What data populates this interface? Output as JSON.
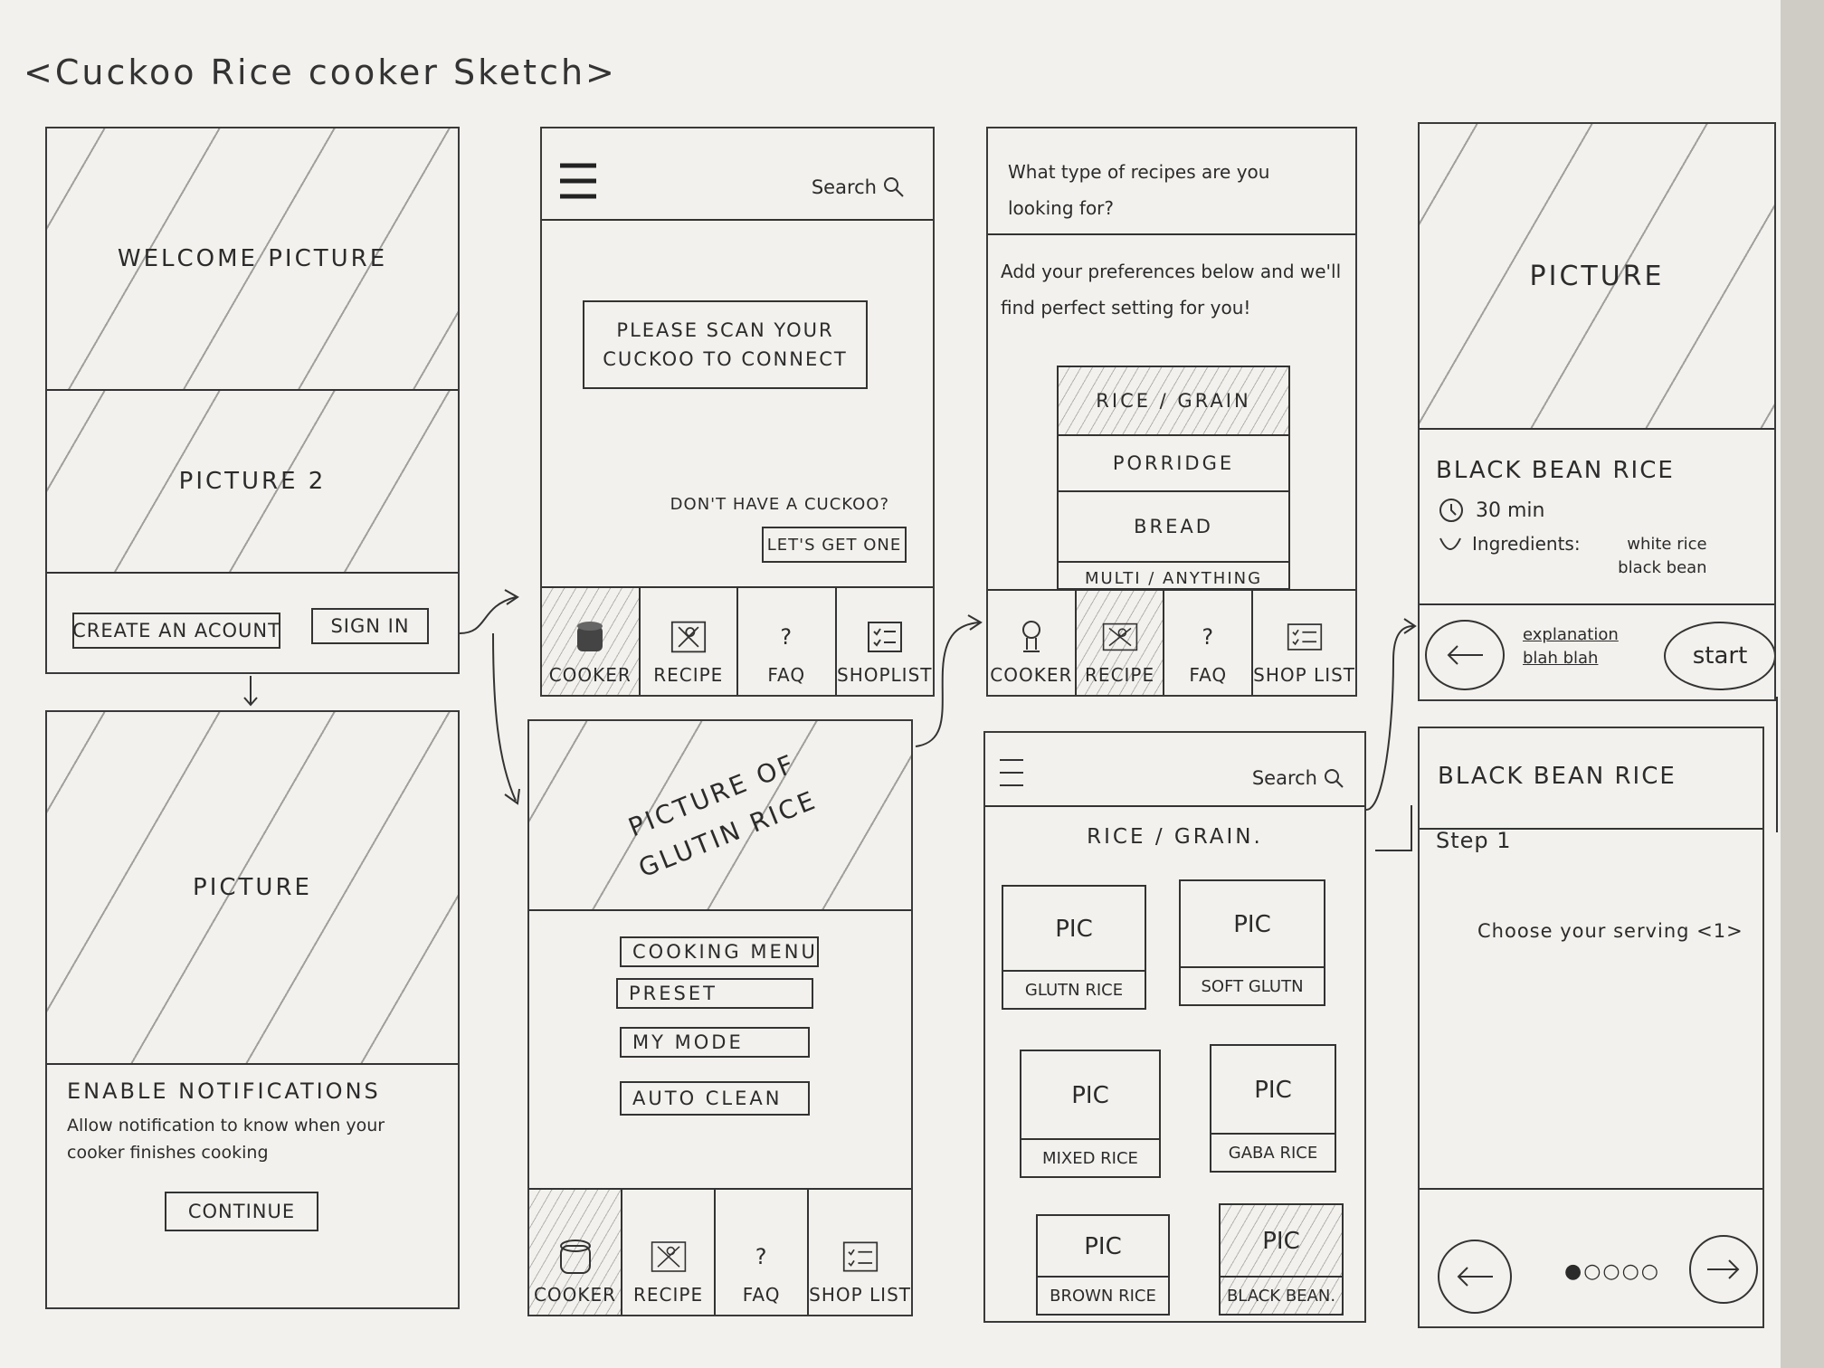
{
  "title": "<Cuckoo Rice cooker Sketch>",
  "screen1": {
    "picture1": "WELCOME PICTURE",
    "picture2": "PICTURE 2",
    "create_account": "CREATE AN ACOUNT",
    "sign_in": "SIGN IN"
  },
  "screen2": {
    "picture": "PICTURE",
    "heading": "ENABLE NOTIFICATIONS",
    "body": "Allow notification to know when your cooker finishes cooking",
    "continue": "CONTINUE"
  },
  "screen3": {
    "search": "Search",
    "scan_prompt": "PLEASE SCAN YOUR CUCKOO TO CONNECT",
    "no_cuckoo": "DON'T HAVE A CUCKOO?",
    "get_one": "LET'S GET ONE",
    "tabs": [
      "COOKER",
      "RECIPE",
      "FAQ",
      "SHOPLIST"
    ]
  },
  "screen4": {
    "picture": "PICTURE OF GLUTIN RICE",
    "menu": [
      "COOKING MENU",
      "PRESET",
      "MY MODE",
      "AUTO CLEAN"
    ],
    "tabs": [
      "COOKER",
      "RECIPE",
      "FAQ",
      "SHOP LIST"
    ]
  },
  "screen5": {
    "question": "What type of recipes are you looking for?",
    "instruction": "Add your preferences below and we'll find perfect setting for you!",
    "options": [
      "RICE / GRAIN",
      "PORRIDGE",
      "BREAD",
      "MULTI / ANYTHING"
    ],
    "tabs": [
      "COOKER",
      "RECIPE",
      "FAQ",
      "SHOP LIST"
    ]
  },
  "screen6": {
    "search": "Search",
    "heading": "RICE / GRAIN.",
    "cards": [
      {
        "pic": "PIC",
        "label": "GLUTN RICE"
      },
      {
        "pic": "PIC",
        "label": "SOFT GLUTN"
      },
      {
        "pic": "PIC",
        "label": "MIXED RICE"
      },
      {
        "pic": "PIC",
        "label": "GABA RICE"
      },
      {
        "pic": "PIC",
        "label": "BROWN RICE"
      },
      {
        "pic": "PIC",
        "label": "BLACK BEAN."
      }
    ]
  },
  "screen7": {
    "picture": "PICTURE",
    "name": "BLACK BEAN RICE",
    "time": "30 min",
    "ingredients_label": "Ingredients:",
    "ingredients": "white rice black bean",
    "explanation": "explanation blah blah",
    "start": "start"
  },
  "screen8": {
    "name": "BLACK BEAN RICE",
    "step": "Step 1",
    "instruction": "Choose your serving <1>",
    "dots": "●○○○○"
  }
}
